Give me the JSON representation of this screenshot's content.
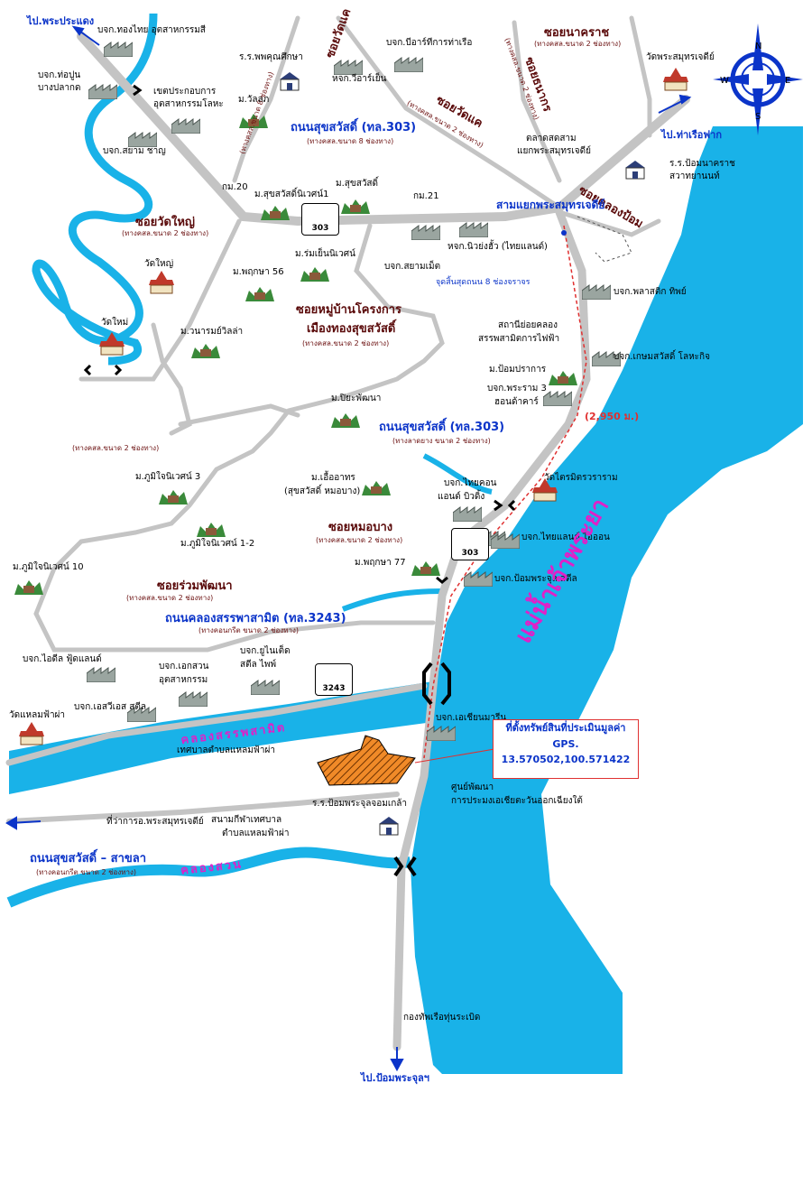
{
  "colors": {
    "water": "#19b2e8",
    "road": "#c8c8c8",
    "text_blue": "#0b34c9",
    "text_brown": "#5a0a0a",
    "text_magenta": "#e020c8",
    "route": "#e03030",
    "property": "#f08a28"
  },
  "directions": {
    "pradaeng": "ไป.พระประแดง",
    "ferry": "ไป.ท่าเรือฟาก",
    "pomphrachun": "ไป.ป้อมพระจุลฯ"
  },
  "roads": {
    "sukhumvit_top": "ถนนสุขสวัสดิ์ (ทล.303)",
    "sukhumvit_top_sub": "(ทางคสล.ขนาด 8 ช่องทาง)",
    "sukhumvit_mid": "ถนนสุขสวัสดิ์ (ทล.303)",
    "sukhumvit_mid_sub": "(ทางลาดยาง ขนาด 2 ช่องทาง)",
    "khlong": "ถนนคลองสรรพาสามิต (ทล.3243)",
    "khlong_sub": "(ทางคอนกรีต ขนาด 2 ช่องทาง)",
    "sakha": "ถนนสุขสวัสดิ์ – สาขลา",
    "sakha_sub": "(ทางคอนกรีต ขนาด 2 ช่องทาง)"
  },
  "sois": {
    "watdaeng": "ซอยวัดแค",
    "watdaeng_sub": "(ทางคสล.ขนาด 2 ช่องทาง)",
    "watdaeng2": "ซอยวัดแค",
    "watdaeng2_sub": "(ทางคสล.ขนาด 2 ช่องทาง)",
    "nakharat": "ซอยนาคราช",
    "nakharat_sub": "(ทางคสล.ขนาด 2 ช่องทาง)",
    "thonburi": "ซอยธนากร",
    "thonburi_sub": "(ทางคสล.ขนาด 2 ช่องทาง)",
    "klongpom": "ซอยคลองป้อม",
    "watyai": "ซอยวัดใหญ่",
    "watyai_sub": "(ทางคสล.ขนาด 2 ช่องทาง)",
    "village_1": "ซอยหมู่บ้านโครงการ",
    "village_2": "เมืองทองสุขสวัสดิ์",
    "village_sub": "(ทางคสล.ขนาด 2 ช่องทาง)",
    "unlabeled_sub": "(ทางคสล.ขนาด 2 ช่องทาง)",
    "mombang": "ซอยหมอบาง",
    "mombang_sub": "(ทางคสล.ขนาด 2 ช่องทาง)",
    "ruampattana": "ซอยร่วมพัฒนา",
    "ruampattana_sub": "(ทางคสล.ขนาด 2 ช่องทาง)",
    "side_sub": "(ทางคสล.ขนาด 8 ช่องทาง)"
  },
  "places": {
    "thongthai": "บจก.ทองไทย อุตสาหกรรมสี",
    "thopun_1": "บจก.ท่อปูน",
    "thopun_2": "บางปลากด",
    "zone_1": "เขตประกอบการ",
    "zone_2": "อุตสาหกรรมโลหะ",
    "siamchai": "บจก.สยาม ชาญ",
    "school_phutthikunsuksa": "ร.ร.พพคุณศึกษา",
    "walalai": "ม.วัลลภ",
    "beer": "บจก.บีอาร์ทีการท่าเรือ",
    "viroj": "หจก.วีอาร์เย็น",
    "sukhsawat1": "ม.สุขสวัสดิ์นิเวศน์1",
    "sukhsawat": "ม.สุขสวัสดิ์",
    "km20": "กม.20",
    "km21": "กม.21",
    "market_1": "ตลาดสดสาม",
    "market_2": "แยกพระสมุทรเจดีย์",
    "watphrasamut": "วัดพระสมุทรเจดีย์",
    "junction": "สามแยกพระสมุทรเจดีย์",
    "school_pom_1": "ร.ร.ป้อมนาคราช",
    "school_pom_2": "สวาทยานนท์",
    "newyongyao": "หจก.นิวย่งฮั้ว (ไทยแลนด์)",
    "siammet": "บจก.สยามเม็ต",
    "endpoint": "จุดสิ้นสุดถนน 8 ช่องจราจร",
    "rompruen": "ม.ร่มเย็นนิเวศน์",
    "pruksa56": "ม.พฤกษา 56",
    "watyai": "วัดใหญ่",
    "watmai": "วัดใหม่",
    "wanaram": "ม.วนารมย์วิลล่า",
    "plastic": "บจก.พลาสติก ทิพย์",
    "substation_1": "สถานีย่อยคลอง",
    "substation_2": "สรรพสามิตการไฟฟ้า",
    "kasem": "บจก.เกษมสวัสดิ์ โลหะกิจ",
    "pomprakan": "ม.ป้อมปราการ",
    "phraram_1": "บจก.พระราม 3",
    "phraram_2": "ฮอนด้าคาร์",
    "piyapattana": "ม.ปิยะพัฒนา",
    "distance": "(2,950 ม.)",
    "phumjai3": "ม.ภูมิใจนิเวศน์ 3",
    "phumjai12": "ม.ภูมิใจนิเวศน์ 1-2",
    "phumjai10": "ม.ภูมิใจนิเวศน์ 10",
    "euarthorn_1": "ม.เอื้ออาทร",
    "euarthorn_2": "(สุขสวัสดิ์ หมอบาง)",
    "thaicon_1": "บจก.ไทยคอน",
    "thaicon_2": "แอนด์ บิวดิ้ง",
    "watdraimit": "วัดไตรมิตรวราราม",
    "thailandion": "บจก.ไทยแลนด์ ไอออน",
    "pruksa77": "ม.พฤกษา 77",
    "pomphrachun_steel": "บจก.ป้อมพระจุล สตีล",
    "idealfood": "บจก.ไอดีล ฟู้ดแลนด์",
    "eksuan_1": "บจก.เอกสวน",
    "eksuan_2": "อุตสาหกรรม",
    "united_1": "บจก.ยูไนเต็ด",
    "united_2": "สตีล ไพพ์",
    "es": "บจก.เอสวีเอส สตีล",
    "watlaem": "วัดแหลมฟ้าผ่า",
    "asian": "บจก.เอเชียนมารีน",
    "tessaban": "เทศบาลตำบลแหลมฟ้าผ่า",
    "stadium_1": "สนามกีฬาเทศบาล",
    "stadium_2": "ตำบลแหลมฟ้าผ่า",
    "district": "ที่ว่าการอ.พระสมุทรเจดีย์",
    "school_pomkao": "ร.ร.ป้อมพระจุลจอมเกล้า",
    "fishery_1": "ศูนย์พัฒนา",
    "fishery_2": "การประมงเอเชียตะวันออกเฉียงใต้",
    "navy": "กองทัพเรือทุ่นระเบิด"
  },
  "property": {
    "line1": "ที่ตั้งทรัพย์สินที่ประเมินมูลค่า",
    "line2": "GPS.",
    "line3": "13.570502,100.571422"
  },
  "water_labels": {
    "river": "แม่น้ำเจ้าพระยา",
    "canal1": "คลองสรรพสามิต",
    "canal2": "คลองสวน"
  },
  "shields": {
    "s1": "303",
    "s2": "303",
    "s3": "3243"
  },
  "compass": {
    "n": "N",
    "s": "S",
    "e": "E",
    "w": "W"
  },
  "icons": {
    "factory": "factory-icon",
    "temple": "temple-icon",
    "village": "village-icon",
    "school": "school-icon",
    "shield": "highway-shield-icon"
  }
}
